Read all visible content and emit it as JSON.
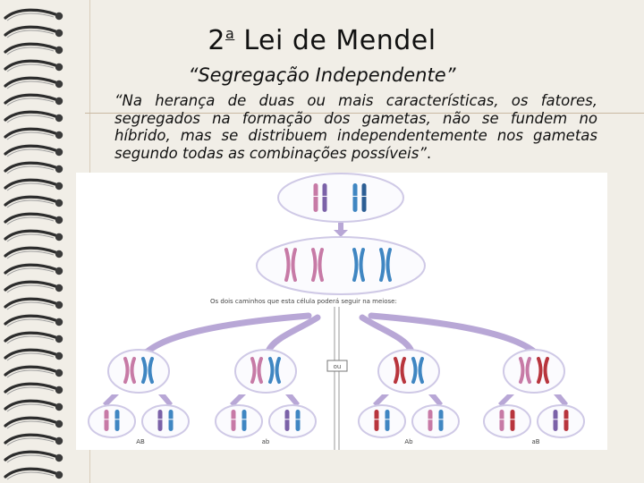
{
  "slide": {
    "title_number": "2",
    "title_superscript": "a",
    "title_rest": "Lei de Mendel",
    "subtitle": "“Segregação Independente”",
    "body_italic_1": "“Na herança de duas ou mais características, os fatores, segregados na formação dos gametas, não se fundem no híbrido, mas se distribuem independentemente nos gametas segundo todas as combinações possíveis”",
    "body_end": "."
  },
  "figure": {
    "caption": "Os dois caminhos que esta célula poderá seguir na meiose:",
    "or_label": "ou",
    "gamete_labels": [
      "AB",
      "ab",
      "Ab",
      "aB"
    ],
    "colors": {
      "pink": "#c77aa6",
      "purple": "#7b62a8",
      "blue": "#3f86c2",
      "red": "#b8353d",
      "cell_border": "#cfc9e6"
    }
  }
}
